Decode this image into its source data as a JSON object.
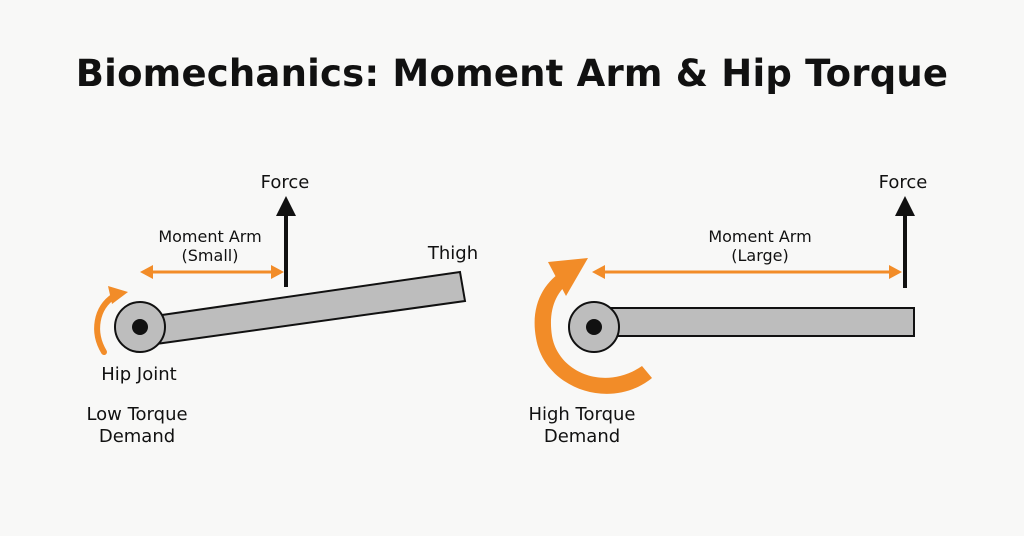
{
  "title": "Biomechanics: Moment Arm & Hip Torque",
  "colors": {
    "accent": "#f28c28",
    "limb_fill": "#bdbdbd",
    "stroke": "#111111",
    "background": "#f8f8f7"
  },
  "left_panel": {
    "force_label": "Force",
    "moment_arm_line1": "Moment Arm",
    "moment_arm_line2": "(Small)",
    "thigh_label": "Thigh",
    "hip_label": "Hip Joint",
    "torque_line1": "Low Torque",
    "torque_line2": "Demand"
  },
  "right_panel": {
    "force_label": "Force",
    "moment_arm_line1": "Moment Arm",
    "moment_arm_line2": "(Large)",
    "torque_line1": "High Torque",
    "torque_line2": "Demand"
  }
}
